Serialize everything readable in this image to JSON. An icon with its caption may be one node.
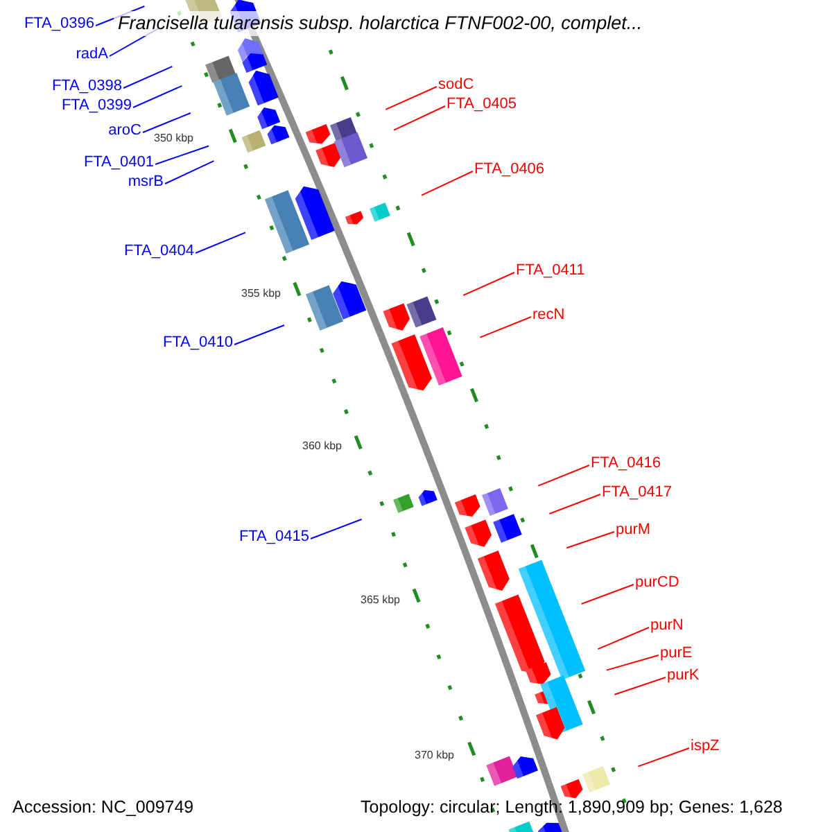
{
  "diagram": {
    "title": "Francisella tularensis subsp. holarctica FTNF002-00, complet...",
    "nodes": [
      {
        "text": [
          "FTA_0396"
        ]
      },
      {
        "text": [
          "radA"
        ]
      },
      {
        "text": [
          "sodC"
        ]
      },
      {
        "text": [
          "FTA_0398"
        ]
      },
      {
        "text": [
          "FTA_0405"
        ]
      },
      {
        "text": [
          "FTA_0399"
        ]
      },
      {
        "text": [
          "aroC"
        ]
      },
      {
        "text": [
          "FTA_0401"
        ]
      },
      {
        "text": [
          "FTA_0406"
        ]
      },
      {
        "text": [
          "msrB"
        ]
      },
      {
        "text": [
          "FTA_0404"
        ]
      },
      {
        "text": [
          "FTA_0411"
        ]
      },
      {
        "text": [
          "recN"
        ]
      },
      {
        "text": [
          "FTA_0410"
        ]
      },
      {
        "text": [
          "FTA_0416"
        ]
      },
      {
        "text": [
          "FTA_0417"
        ]
      },
      {
        "text": [
          "purM"
        ]
      },
      {
        "text": [
          "FTA_0415"
        ]
      },
      {
        "text": [
          "purCD"
        ]
      },
      {
        "text": [
          "purN"
        ]
      },
      {
        "text": [
          "purE"
        ]
      },
      {
        "text": [
          "purK"
        ]
      },
      {
        "text": [
          "ispZ"
        ]
      }
    ],
    "edges": [
      {
        "from": 0,
        "to": null,
        "arrow": "none",
        "color": "#0000ff"
      },
      {
        "from": 1,
        "to": null,
        "arrow": "none",
        "color": "#0000ff"
      },
      {
        "from": 2,
        "to": null,
        "arrow": "none"
      },
      {
        "from": 3,
        "to": null,
        "arrow": "none",
        "color": "#0000ff"
      },
      {
        "from": 4,
        "to": null,
        "arrow": "none"
      },
      {
        "from": 5,
        "to": null,
        "arrow": "none",
        "color": "#0000ff"
      },
      {
        "from": 6,
        "to": null,
        "arrow": "none",
        "color": "#0000ff"
      },
      {
        "from": 7,
        "to": null,
        "arrow": "none",
        "color": "#0000ff"
      },
      {
        "from": 8,
        "to": null,
        "arrow": "none"
      },
      {
        "from": 9,
        "to": null,
        "arrow": "none",
        "color": "#0000ff"
      },
      {
        "from": 10,
        "to": null,
        "arrow": "none",
        "color": "#0000ff"
      },
      {
        "from": 11,
        "to": null,
        "arrow": "none"
      },
      {
        "from": 12,
        "to": null,
        "arrow": "none"
      },
      {
        "from": 13,
        "to": null,
        "arrow": "none",
        "color": "#0000ff"
      },
      {
        "from": 14,
        "to": null,
        "arrow": "none"
      },
      {
        "from": 15,
        "to": null,
        "arrow": "none"
      },
      {
        "from": 16,
        "to": null,
        "arrow": "none"
      },
      {
        "from": 17,
        "to": null,
        "arrow": "none",
        "color": "#0000ff"
      },
      {
        "from": 18,
        "to": null,
        "arrow": "none"
      },
      {
        "from": 19,
        "to": null,
        "arrow": "none"
      },
      {
        "from": 20,
        "to": null,
        "arrow": "none"
      },
      {
        "from": 21,
        "to": null,
        "arrow": "none"
      },
      {
        "from": 22,
        "to": null,
        "arrow": "none"
      }
    ],
    "labels": [
      "350 kbp",
      "355 kbp",
      "360 kbp",
      "365 kbp",
      "370 kbp",
      "Accession: NC_009749",
      "Topology: circular; Length: 1,890,909 bp; Genes: 1,628"
    ]
  }
}
